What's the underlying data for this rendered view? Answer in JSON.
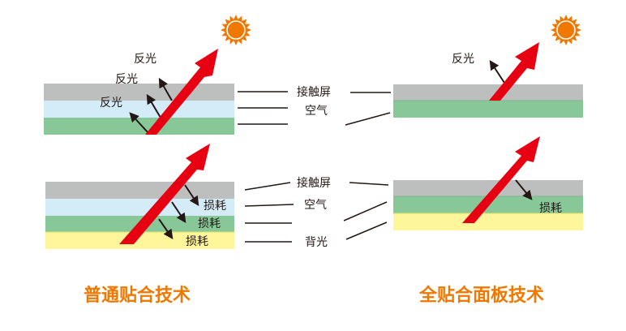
{
  "colors": {
    "glass": "#bdbebe",
    "air": "#d4ebf8",
    "lcd": "#88c898",
    "backlight": "#fff59a",
    "arrow": "#e60012",
    "sun": "#ee7800",
    "title": "#ee7800",
    "line": "#231815"
  },
  "labels": {
    "reflection": "反光",
    "loss": "损耗",
    "touch_screen": "接触屏",
    "air": "空气",
    "backlight": "背光"
  },
  "left": {
    "title": "普通贴合技术",
    "top_reflections": [
      "反光",
      "反光",
      "反光"
    ],
    "bottom_losses": [
      "损耗",
      "损耗",
      "损耗"
    ]
  },
  "right": {
    "title": "全贴合面板技术",
    "top_reflections": [
      "反光"
    ],
    "bottom_losses": [
      "损耗"
    ]
  },
  "legend_top": [
    "接触屏",
    "空气"
  ],
  "legend_bottom": [
    "接触屏",
    "空气",
    "背光"
  ]
}
